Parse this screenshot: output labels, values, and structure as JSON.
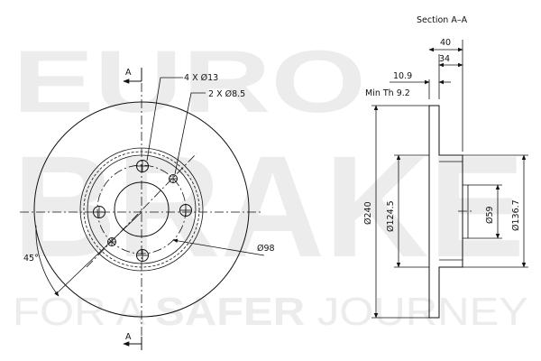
{
  "watermark": {
    "line1": "EURO",
    "line2": "BRAKE",
    "tagline_a": "FOR A ",
    "tagline_b": "SAFER",
    "tagline_c": " JOURNEY"
  },
  "front_view": {
    "section_marker_top": "A",
    "section_marker_bottom": "A",
    "holes_large": "4 X Ø13",
    "holes_small": "2 X Ø8.5",
    "pcd": "Ø98",
    "angle": "45°"
  },
  "section_view": {
    "title": "Section A–A",
    "overall_height": "40",
    "hat_height": "34",
    "disc_thickness": "10.9",
    "min_thickness": "Min Th 9.2",
    "outer_diameter": "Ø240",
    "friction_inner_diameter": "Ø124.5",
    "centre_bore": "Ø59",
    "hat_diameter": "Ø136.7"
  }
}
